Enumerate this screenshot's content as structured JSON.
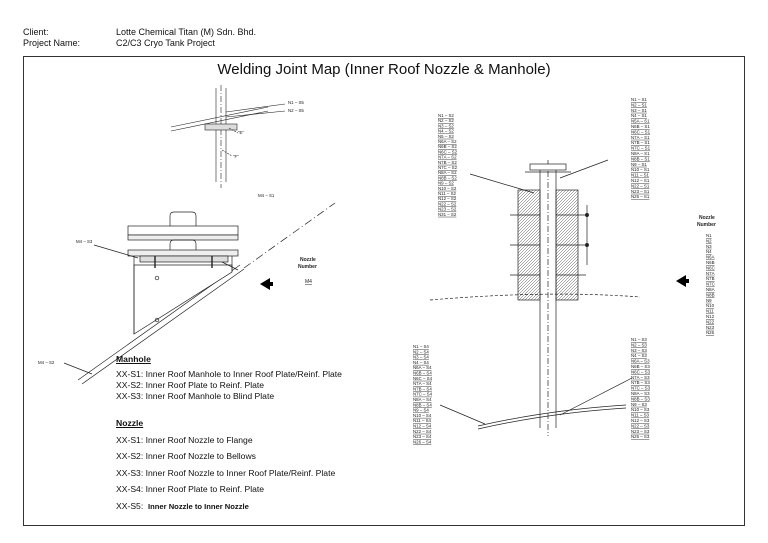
{
  "header": {
    "client_label": "Client:",
    "client_value": "Lotte Chemical Titan (M) Sdn. Bhd.",
    "project_label": "Project Name:",
    "project_value": "C2/C3 Cryo Tank Project"
  },
  "title": "Welding Joint Map (Inner Roof Nozzle & Manhole)",
  "left_drawing": {
    "labels": {
      "n1_s5": "N1 – S5",
      "n2_s5": "N2 – S5",
      "m4_s1": "M4 – S1",
      "m4_s3": "M4 – S3",
      "m4_s2": "M4 – S2",
      "e": "“E”",
      "f": "“F”",
      "nozzle_number_1": "Nozzle",
      "nozzle_number_2": "Number",
      "nozzle_number_value": "M4"
    }
  },
  "right_drawing": {
    "left_list_s2": [
      "N1 – S2",
      "N2 – S2",
      "N3 – S2",
      "N4 – S2",
      "N5 – S2",
      "N6A – S2",
      "N6B – S2",
      "N6C – S2",
      "N7A – S2",
      "N7B – S2",
      "N7C – S2",
      "N8A – S2",
      "N8B – S2",
      "N9 – S2",
      "N10 – S2",
      "N11 – S2",
      "N12 – S2",
      "N22 – S2",
      "N23 – S2",
      "N31 – S2"
    ],
    "right_list_s1": [
      "N1 – S1",
      "N2 – S1",
      "N3 – S1",
      "N4 – S1",
      "N5A – S1",
      "N6B – S1",
      "N6C – S1",
      "N7A – S1",
      "N7B – S1",
      "N7C – S1",
      "N8A – S1",
      "N8B – S1",
      "N9 – S1",
      "N10 – S1",
      "N11 – S1",
      "N12 – S1",
      "N22 – S1",
      "N23 – S1",
      "N26 – S1"
    ],
    "left_list_s4": [
      "N1 – S4",
      "N2 – S4",
      "N3 – S4",
      "N4 – S4",
      "N6A – S4",
      "N6B – S4",
      "N6C – S4",
      "N7A – S4",
      "N7B – S4",
      "N7C – S4",
      "N8A – S4",
      "N8B – S4",
      "N9 – S4",
      "N10 – S4",
      "N11 – S4",
      "N12 – S4",
      "N22 – S4",
      "N23 – S4",
      "N26 – S4"
    ],
    "right_list_s3": [
      "N1 – S3",
      "N2 – S3",
      "N3 – S3",
      "N4 – S3",
      "N6A – S3",
      "N6B – S3",
      "N6C – S3",
      "N7A – S3",
      "N7B – S3",
      "N7C – S3",
      "N8A – S3",
      "N8B – S3",
      "N9 – S3",
      "N10 – S3",
      "N11 – S3",
      "N12 – S3",
      "N22 – S3",
      "N23 – S3",
      "N26 – S3"
    ],
    "nozzle_number_1": "Nozzle",
    "nozzle_number_2": "Number",
    "nozzle_numbers": [
      "N1",
      "N2",
      "N3",
      "N4",
      "N6A",
      "N6B",
      "N6C",
      "N7A",
      "N7B",
      "N7C",
      "N8A",
      "N8B",
      "N9",
      "N10",
      "N11",
      "N12",
      "N22",
      "N23",
      "N26"
    ]
  },
  "legend": {
    "manhole_heading": "Manhole",
    "manhole_items": [
      "XX-S1:  Inner Roof Manhole to Inner Roof Plate/Reinf. Plate",
      "XX-S2:  Inner Roof Plate to Reinf. Plate",
      "XX-S3:  Inner Roof Manhole to Blind Plate"
    ],
    "nozzle_heading": "Nozzle",
    "nozzle_items": [
      "XX-S1:  Inner Roof Nozzle to Flange",
      "XX-S2:  Inner Roof Nozzle to Bellows",
      "XX-S3:  Inner Roof Nozzle to Inner Roof Plate/Reinf. Plate",
      "XX-S4:  Inner Roof Plate to Reinf. Plate"
    ],
    "nozzle_s5_code": "XX-S5:",
    "nozzle_s5_text": "Inner Nozzle to Inner Nozzle"
  }
}
